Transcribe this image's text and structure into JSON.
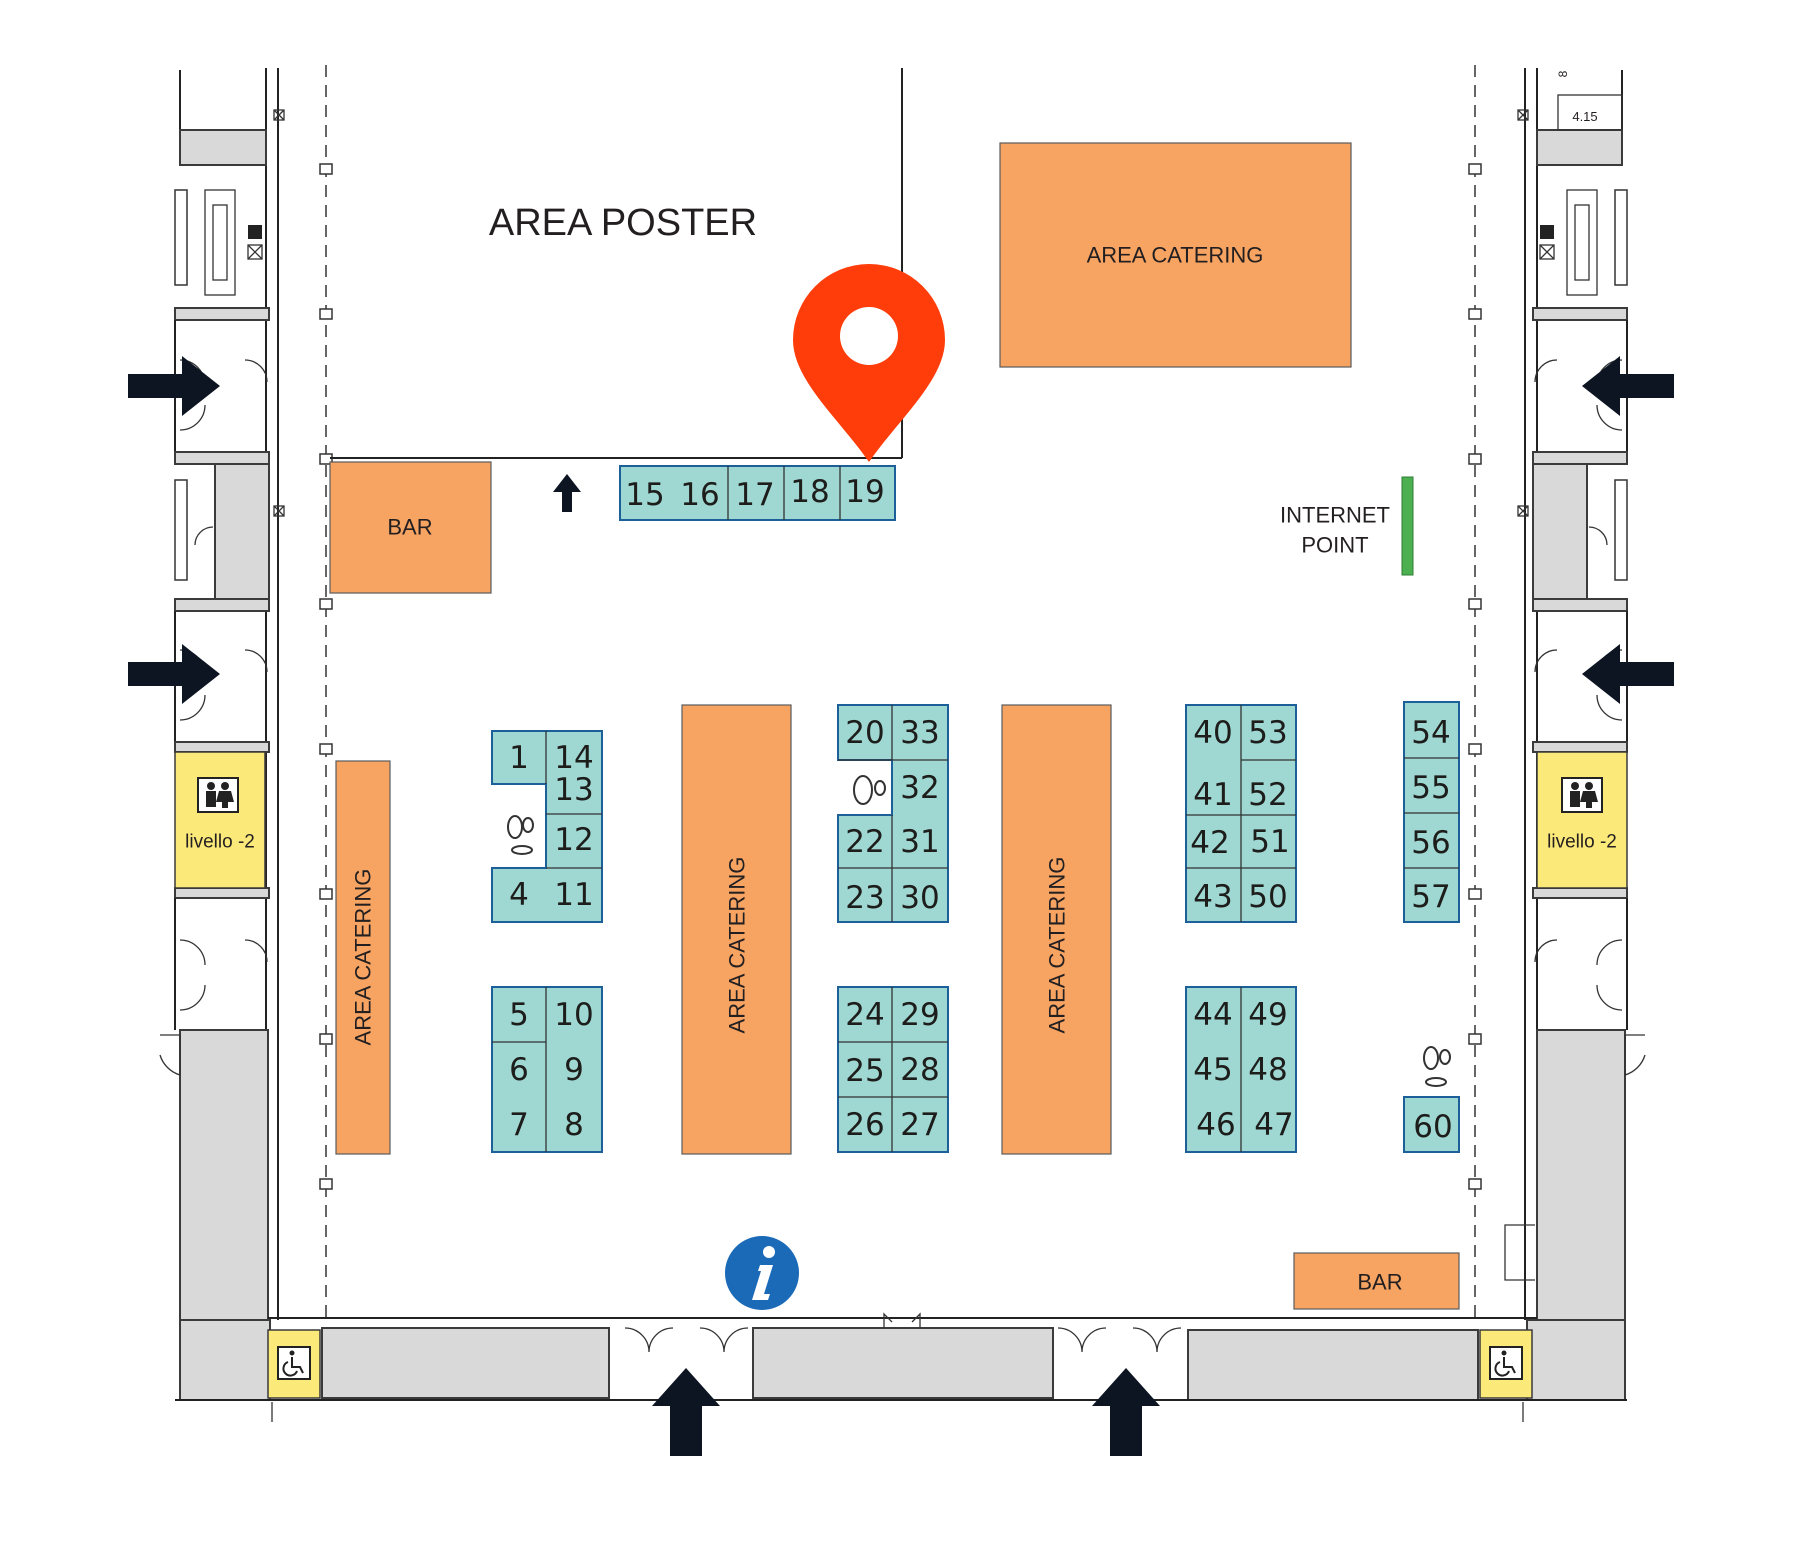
{
  "map": {
    "poster_area": "AREA POSTER",
    "catering_label": "AREA CATERING",
    "bar_label": "BAR",
    "internet_point": [
      "INTERNET",
      "POINT"
    ],
    "toilet_level": "livello -2",
    "dimension_text": "4.15",
    "dimension_small": "8"
  },
  "booths": [
    {
      "n": "15"
    },
    {
      "n": "16"
    },
    {
      "n": "17"
    },
    {
      "n": "18"
    },
    {
      "n": "19"
    },
    {
      "n": "1"
    },
    {
      "n": "14"
    },
    {
      "n": "13"
    },
    {
      "n": "12"
    },
    {
      "n": "4"
    },
    {
      "n": "11"
    },
    {
      "n": "5"
    },
    {
      "n": "10"
    },
    {
      "n": "6"
    },
    {
      "n": "9"
    },
    {
      "n": "7"
    },
    {
      "n": "8"
    },
    {
      "n": "20"
    },
    {
      "n": "33"
    },
    {
      "n": "32"
    },
    {
      "n": "22"
    },
    {
      "n": "31"
    },
    {
      "n": "23"
    },
    {
      "n": "30"
    },
    {
      "n": "24"
    },
    {
      "n": "29"
    },
    {
      "n": "25"
    },
    {
      "n": "28"
    },
    {
      "n": "26"
    },
    {
      "n": "27"
    },
    {
      "n": "40"
    },
    {
      "n": "53"
    },
    {
      "n": "41"
    },
    {
      "n": "52"
    },
    {
      "n": "42"
    },
    {
      "n": "51"
    },
    {
      "n": "43"
    },
    {
      "n": "50"
    },
    {
      "n": "44"
    },
    {
      "n": "49"
    },
    {
      "n": "45"
    },
    {
      "n": "48"
    },
    {
      "n": "46"
    },
    {
      "n": "47"
    },
    {
      "n": "54"
    },
    {
      "n": "55"
    },
    {
      "n": "56"
    },
    {
      "n": "57"
    },
    {
      "n": "60"
    }
  ],
  "colors": {
    "booth_fill": "#9fd8d3",
    "booth_stroke": "#1c5f99",
    "catering_fill": "#f7a463",
    "toilet_fill": "#fbe97a",
    "internet_point": "#4caf50",
    "location_pin": "#ff3d0a",
    "info_icon": "#1a6ab8",
    "wall_fill": "#d9d9d9",
    "arrow": "#0d1522"
  },
  "icons": [
    "location-pin-icon",
    "info-icon",
    "toilet-icon",
    "wheelchair-icon",
    "entrance-arrow-icon",
    "footprints-icon"
  ]
}
